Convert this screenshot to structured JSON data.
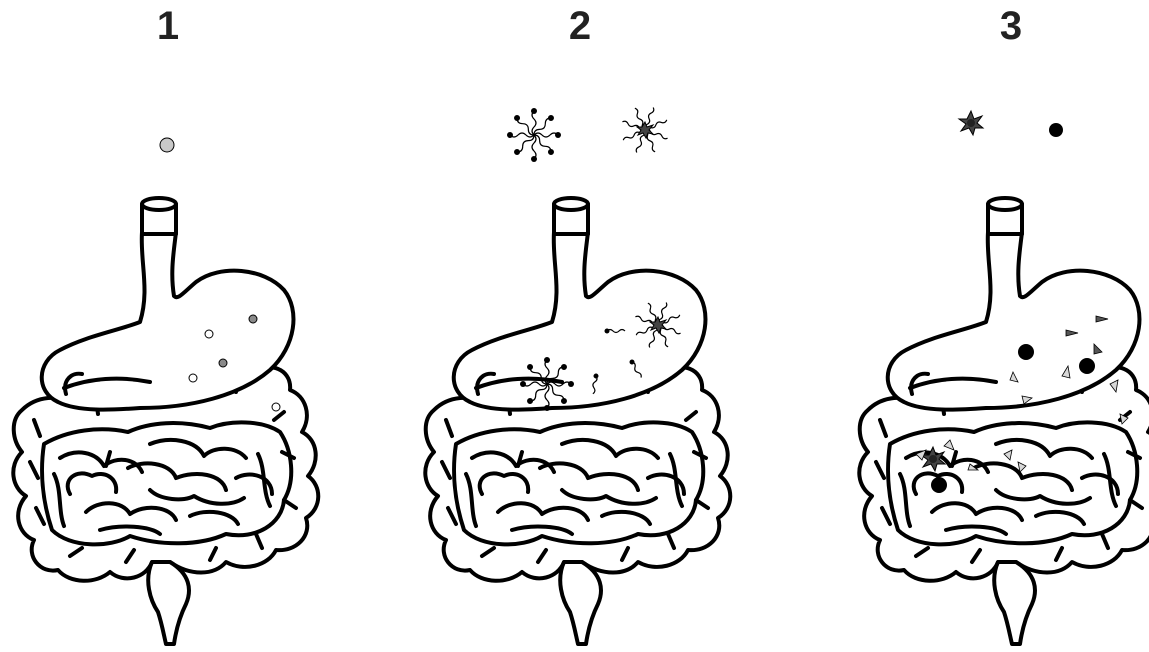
{
  "panels": [
    {
      "label": "1"
    },
    {
      "label": "2"
    },
    {
      "label": "3"
    }
  ],
  "colors": {
    "outline": "#000000",
    "background": "#ffffff",
    "gray_particle": "#c8c8c8",
    "dark_gray_particle": "#8a8a8a",
    "star_fill": "#444444",
    "shard_fill": "#d8d8d8",
    "shard_dark": "#555555"
  },
  "icons": [
    "digestive-tract-icon",
    "gray-particle-icon",
    "micelle-icon",
    "loaded-micelle-icon",
    "star-particle-icon",
    "black-dot-icon",
    "shard-icon"
  ]
}
